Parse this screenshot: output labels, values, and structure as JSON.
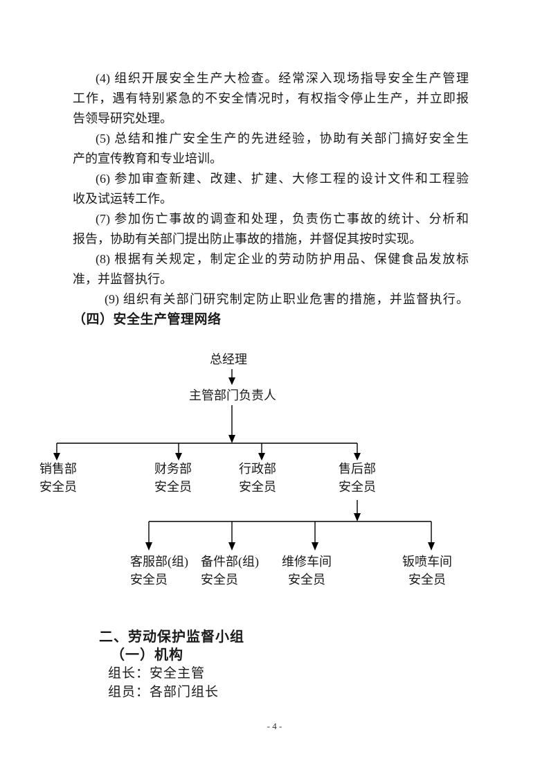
{
  "document": {
    "paragraphs": [
      {
        "lines": [
          "(4) 组织开展安全生产大检查。经常深入现场指导安全生产管理",
          "工作，遇有特别紧急的不安全情况时，有权指令停止生产，并立即报",
          "告领导研究处理。"
        ]
      },
      {
        "lines": [
          "(5) 总结和推广安全生产的先进经验，协助有关部门搞好安全生",
          "产的宣传教育和专业培训。"
        ]
      },
      {
        "lines": [
          "(6) 参加审查新建、改建、扩建、大修工程的设计文件和工程验",
          "收及试运转工作。"
        ]
      },
      {
        "lines": [
          "(7) 参加伤亡事故的调查和处理，负责伤亡事故的统计、分析和",
          "报告，协助有关部门提出防止事故的措施，并督促其按时实现。"
        ]
      },
      {
        "lines": [
          "(8) 根据有关规定，制定企业的劳动防护用品、保健食品发放标",
          "准，并监督执行。"
        ]
      },
      {
        "lines": [
          "(9) 组织有关部门研究制定防止职业危害的措施，并监督执行。"
        ]
      }
    ],
    "section4_heading": "（四）安全生产管理网络",
    "section2": {
      "heading": "二、劳动保护监督小组",
      "subheading": "（一）机构",
      "leader_line": "组长：安全主管",
      "member_line": "组员：各部门组长"
    },
    "page_number": "- 4 -"
  },
  "org_chart": {
    "root": "总经理",
    "manager": "主管部门负责人",
    "level1": [
      {
        "dept": "销售部",
        "role": "安全员"
      },
      {
        "dept": "财务部",
        "role": "安全员"
      },
      {
        "dept": "行政部",
        "role": "安全员"
      },
      {
        "dept": "售后部",
        "role": "安全员"
      }
    ],
    "level2": [
      {
        "dept": "客服部(组)",
        "role": "安全员"
      },
      {
        "dept": "备件部(组)",
        "role": "安全员"
      },
      {
        "dept": "维修车间",
        "role": "安全员"
      },
      {
        "dept": "钣喷车间",
        "role": "安全员"
      }
    ]
  }
}
